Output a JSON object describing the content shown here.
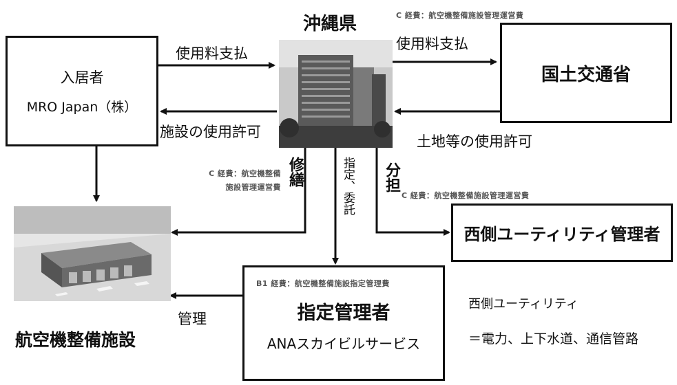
{
  "okinawa": {
    "label": "沖縄県"
  },
  "tenant": {
    "line1": "入居者",
    "line2": "MRO Japan（株）"
  },
  "mlit": {
    "label": "国土交通省"
  },
  "west_utility_manager": {
    "label": "西側ユーティリティ管理者"
  },
  "designated_manager": {
    "title": "指定管理者",
    "name": "ANAスカイビルサービス"
  },
  "facility": {
    "label": "航空機整備施設"
  },
  "arrows": {
    "tenant_to_okinawa": "使用料支払",
    "okinawa_to_tenant": "施設の使用許可",
    "okinawa_to_mlit": "使用料支払",
    "mlit_to_okinawa": "土地等の使用許可",
    "repair": "修繕",
    "designate": "指定、委託",
    "share": "分担",
    "manage": "管理"
  },
  "costs": {
    "c_mlit": "C 経費：航空機整備施設管理運営費",
    "c_repair_1": "C 経費：航空機整備",
    "c_repair_2": "施設管理運営費",
    "c_share": "C 経費：航空機整備施設管理運営費",
    "b1": "B1 経費：航空機整備施設指定管理費"
  },
  "note": {
    "line1": "西側ユーティリティ",
    "line2": "＝電力、上下水道、通信管路"
  }
}
